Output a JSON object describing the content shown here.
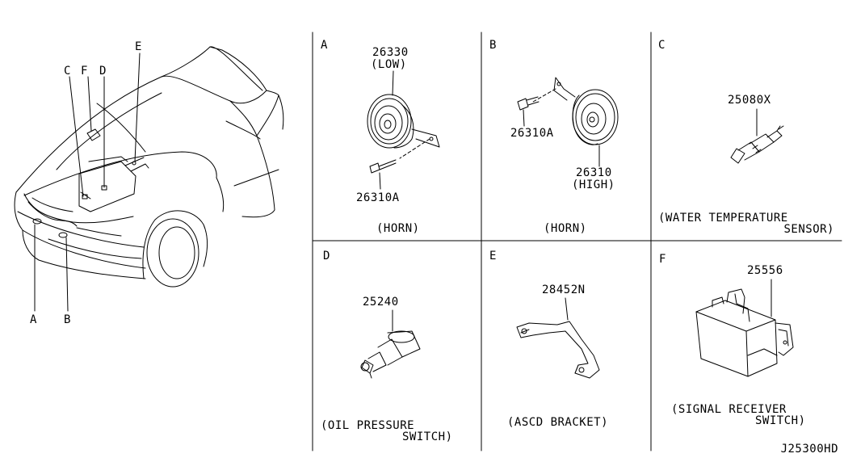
{
  "overview": {
    "callouts": {
      "a": "A",
      "b": "B",
      "c": "C",
      "d": "D",
      "e": "E",
      "f": "F"
    }
  },
  "panels": [
    {
      "letter": "A",
      "parts": [
        "26330",
        "(LOW)",
        "26310A"
      ],
      "caption": [
        "(HORN)"
      ]
    },
    {
      "letter": "B",
      "parts": [
        "26310A",
        "26310",
        "(HIGH)"
      ],
      "caption": [
        "(HORN)"
      ]
    },
    {
      "letter": "C",
      "parts": [
        "25080X"
      ],
      "caption": [
        "(WATER TEMPERATURE",
        "SENSOR)"
      ]
    },
    {
      "letter": "D",
      "parts": [
        "25240"
      ],
      "caption": [
        "(OIL PRESSURE",
        "SWITCH)"
      ]
    },
    {
      "letter": "E",
      "parts": [
        "28452N"
      ],
      "caption": [
        "(ASCD BRACKET)"
      ]
    },
    {
      "letter": "F",
      "parts": [
        "25556"
      ],
      "caption": [
        "(SIGNAL RECEIVER",
        "SWITCH)"
      ]
    }
  ],
  "diagram_id": "J25300HD"
}
